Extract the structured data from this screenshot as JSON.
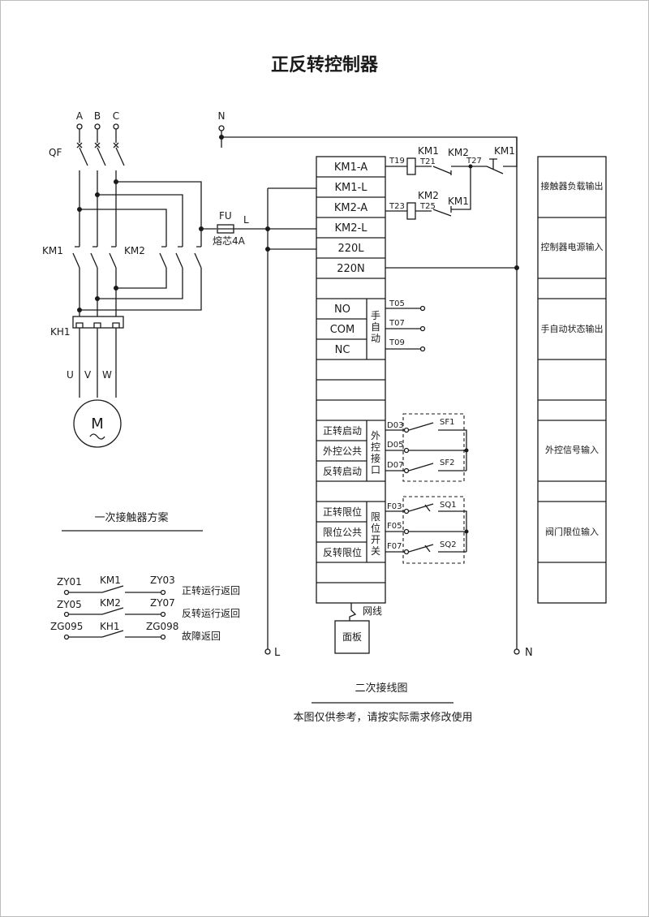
{
  "title": "正反转控制器",
  "power": {
    "phases": [
      "A",
      "B",
      "C"
    ],
    "neutral": "N",
    "breaker": "QF",
    "contactor1": "KM1",
    "contactor2": "KM2",
    "overload": "KH1",
    "motor_terminals": [
      "U",
      "V",
      "W"
    ],
    "motor_symbol": "M",
    "fuse": "FU",
    "fuse_rating": "熔芯4A",
    "line": "L"
  },
  "primary_scheme": {
    "title": "一次接触器方案",
    "rows": [
      {
        "left": "ZY01",
        "contact": "KM1",
        "right": "ZY03",
        "desc": "正转运行返回"
      },
      {
        "left": "ZY05",
        "contact": "KM2",
        "right": "ZY07",
        "desc": "反转运行返回"
      },
      {
        "left": "ZG095",
        "contact": "KH1",
        "right": "ZG098",
        "desc": "故障返回"
      }
    ]
  },
  "terminal_block": {
    "rows": [
      "KM1-A",
      "KM1-L",
      "KM2-A",
      "KM2-L",
      "220L",
      "220N",
      "",
      "NO",
      "COM",
      "NC",
      "",
      "",
      "",
      "正转启动",
      "外控公共",
      "反转启动",
      "",
      "正转限位",
      "限位公共",
      "反转限位",
      "",
      ""
    ],
    "group_manual": "手自动",
    "group_external": "外控接口",
    "group_limit": "限位开关"
  },
  "coil_circuit": {
    "row1": {
      "terminal": "T19",
      "coil": "KM1",
      "t2": "T21",
      "interlock": "KM2",
      "t3": "T27",
      "hold": "KM1"
    },
    "row2": {
      "terminal": "T23",
      "coil": "KM2",
      "t2": "T25",
      "interlock": "KM1"
    }
  },
  "manual_terminals": [
    "T05",
    "T07",
    "T09"
  ],
  "external": {
    "terminals": [
      "D03",
      "D05",
      "D07"
    ],
    "switches": [
      "SF1",
      "SF2"
    ]
  },
  "limits": {
    "terminals": [
      "F03",
      "F05",
      "F07"
    ],
    "switches": [
      "SQ1",
      "SQ2"
    ]
  },
  "net_cable": "网线",
  "panel": "面板",
  "bus_L": "L",
  "bus_N": "N",
  "right_labels": [
    "接触器负载输出",
    "控制器电源输入",
    "手自动状态输出",
    "外控信号输入",
    "阀门限位输入"
  ],
  "secondary_title": "二次接线图",
  "note": "本图仅供参考，请按实际需求修改使用"
}
